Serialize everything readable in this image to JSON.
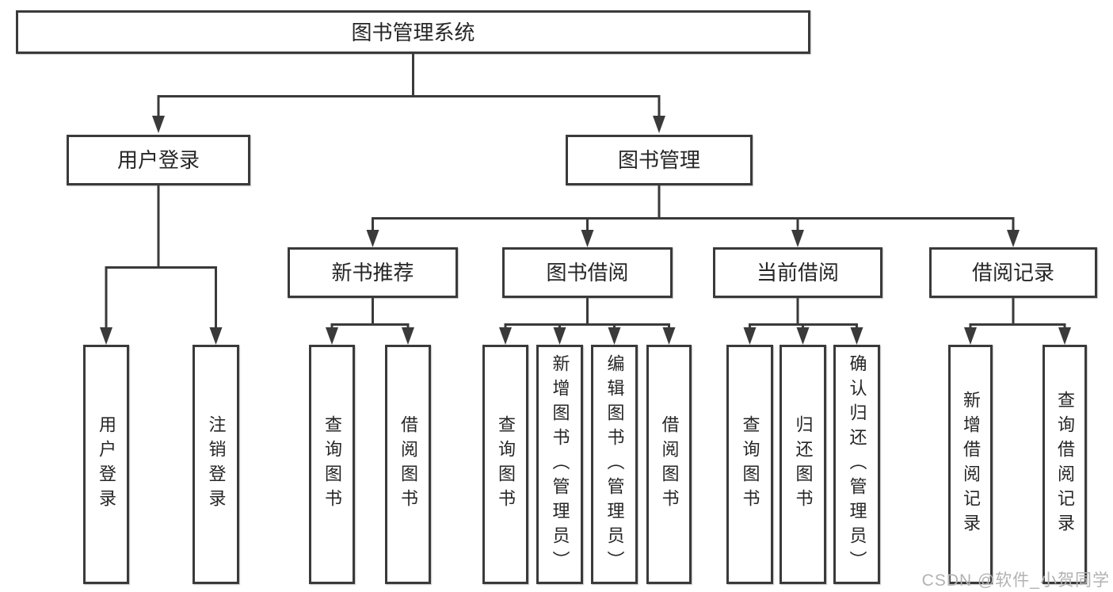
{
  "diagram": {
    "title": "图书管理系统",
    "branches": [
      {
        "label": "用户登录",
        "leaves": [
          "用户登录",
          "注销登录"
        ]
      },
      {
        "label": "图书管理",
        "groups": [
          {
            "label": "新书推荐",
            "leaves": [
              "查询图书",
              "借阅图书"
            ]
          },
          {
            "label": "图书借阅",
            "leaves": [
              "查询图书",
              "新增图书（管理员）",
              "编辑图书（管理员）",
              "借阅图书"
            ]
          },
          {
            "label": "当前借阅",
            "leaves": [
              "查询图书",
              "归还图书",
              "确认归还（管理员）"
            ]
          },
          {
            "label": "借阅记录",
            "leaves": [
              "新增借阅记录",
              "查询借阅记录"
            ]
          }
        ]
      }
    ]
  },
  "watermark": "CSDN @软件_小贺同学",
  "colors": {
    "line": "#3a3a3a",
    "text": "#262626",
    "watermark": "#b2b2b2",
    "background": "#ffffff"
  }
}
